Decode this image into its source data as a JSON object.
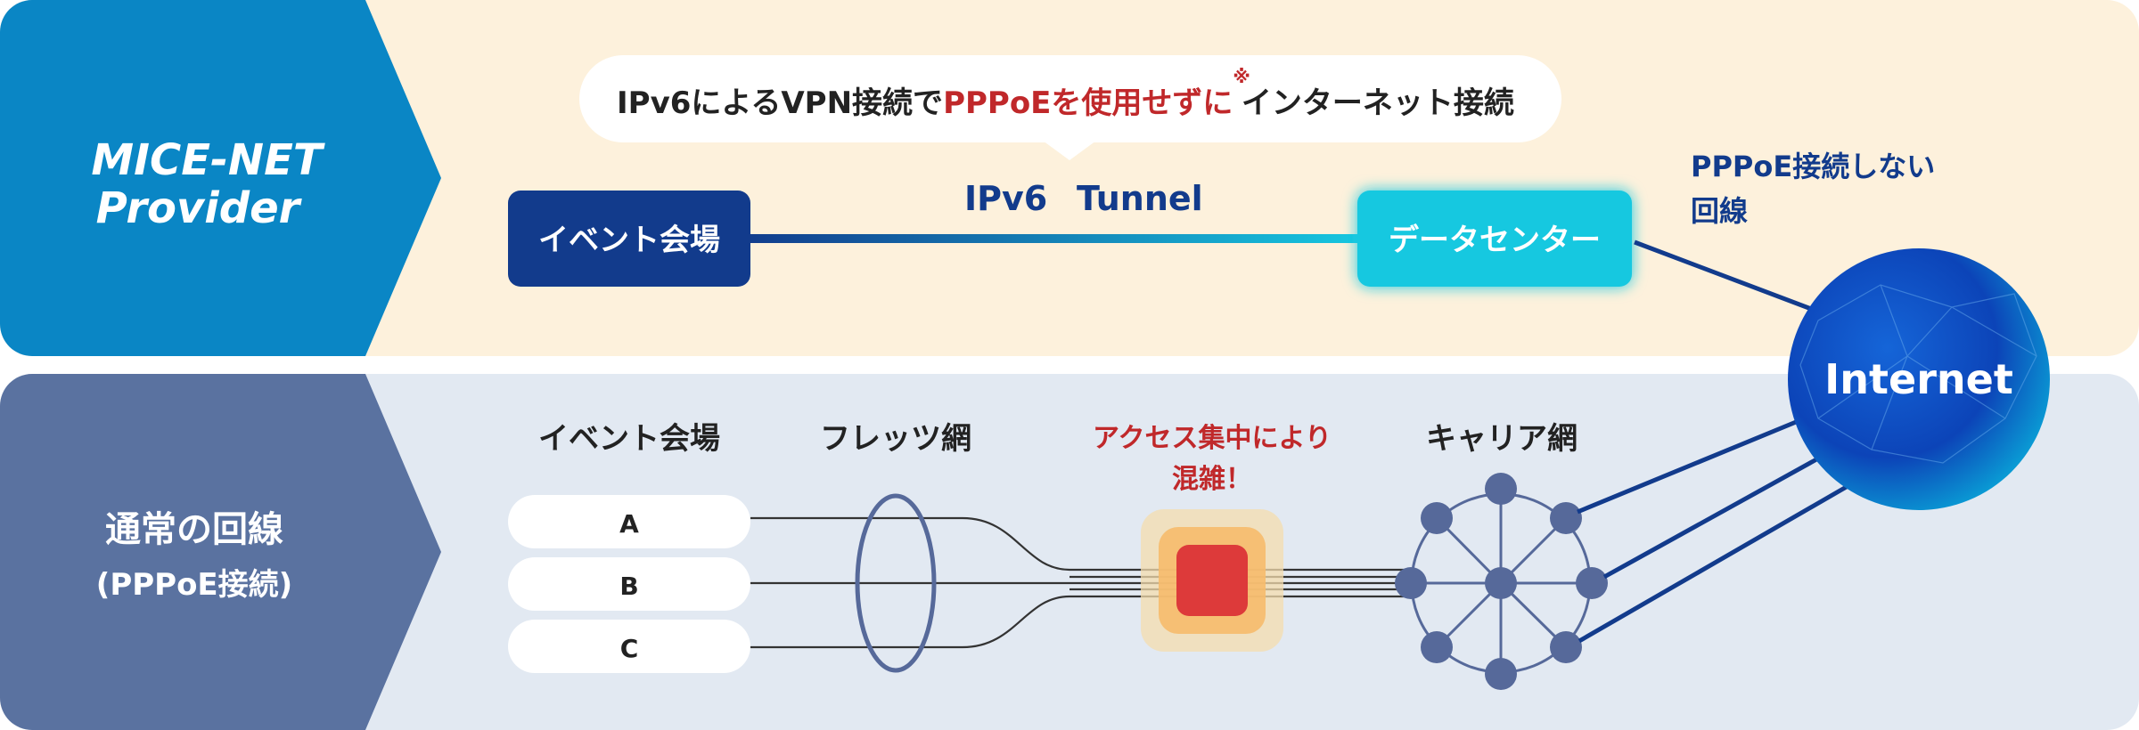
{
  "top_band": {
    "label_line1": "MICE-NET",
    "label_line2": "Provider",
    "bubble_prefix": "IPv6によるVPN接続で",
    "bubble_highlight": "PPPoEを使用せずに",
    "bubble_note_mark": "※",
    "bubble_suffix": "インターネット接続",
    "venue_box": "イベント会場",
    "tunnel_label_1": "IPv6",
    "tunnel_label_2": "Tunnel",
    "datacenter_box": "データセンター",
    "no_pppoe_line1": "PPPoE接続しない",
    "no_pppoe_line2": "回線"
  },
  "internet_label": "Internet",
  "bottom_band": {
    "label_line1": "通常の回線",
    "label_line2": "(PPPoE接続)",
    "venue_header": "イベント会場",
    "flets_header": "フレッツ網",
    "congestion_line1": "アクセス集中により",
    "congestion_line2": "混雑！",
    "carrier_header": "キャリア網",
    "venues": [
      "A",
      "B",
      "C"
    ]
  },
  "colors": {
    "top_band_bg": "#fdf1dc",
    "top_label_bg": "#0a86c5",
    "bottom_band_bg": "#e2e9f2",
    "bottom_label_bg": "#5a72a0",
    "navy": "#123b8c",
    "cyan": "#17c8e0",
    "accent_red": "#c0282a",
    "network_node": "#56699a"
  }
}
